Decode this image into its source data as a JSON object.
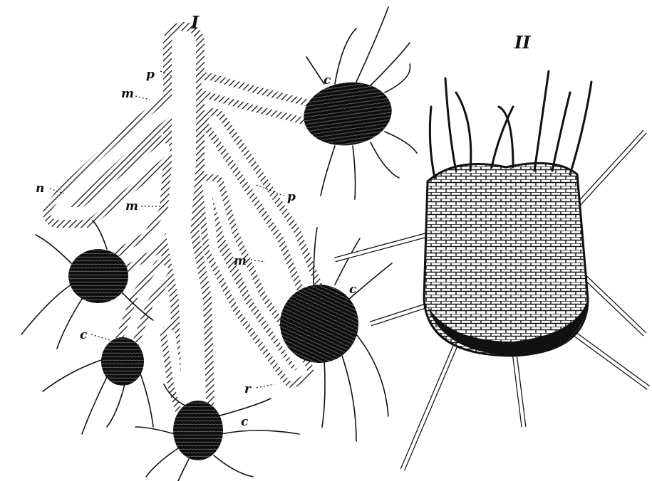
{
  "figure": {
    "panel_labels": {
      "left": "I",
      "right": "II"
    },
    "letters": {
      "p_top": "p",
      "m_top": "m",
      "n": "n",
      "m_mid": "m",
      "c_top": "c",
      "p_right": "p",
      "m_inner": "m",
      "c_right": "c",
      "c_left": "c",
      "r": "r",
      "c_bottom": "c"
    }
  }
}
